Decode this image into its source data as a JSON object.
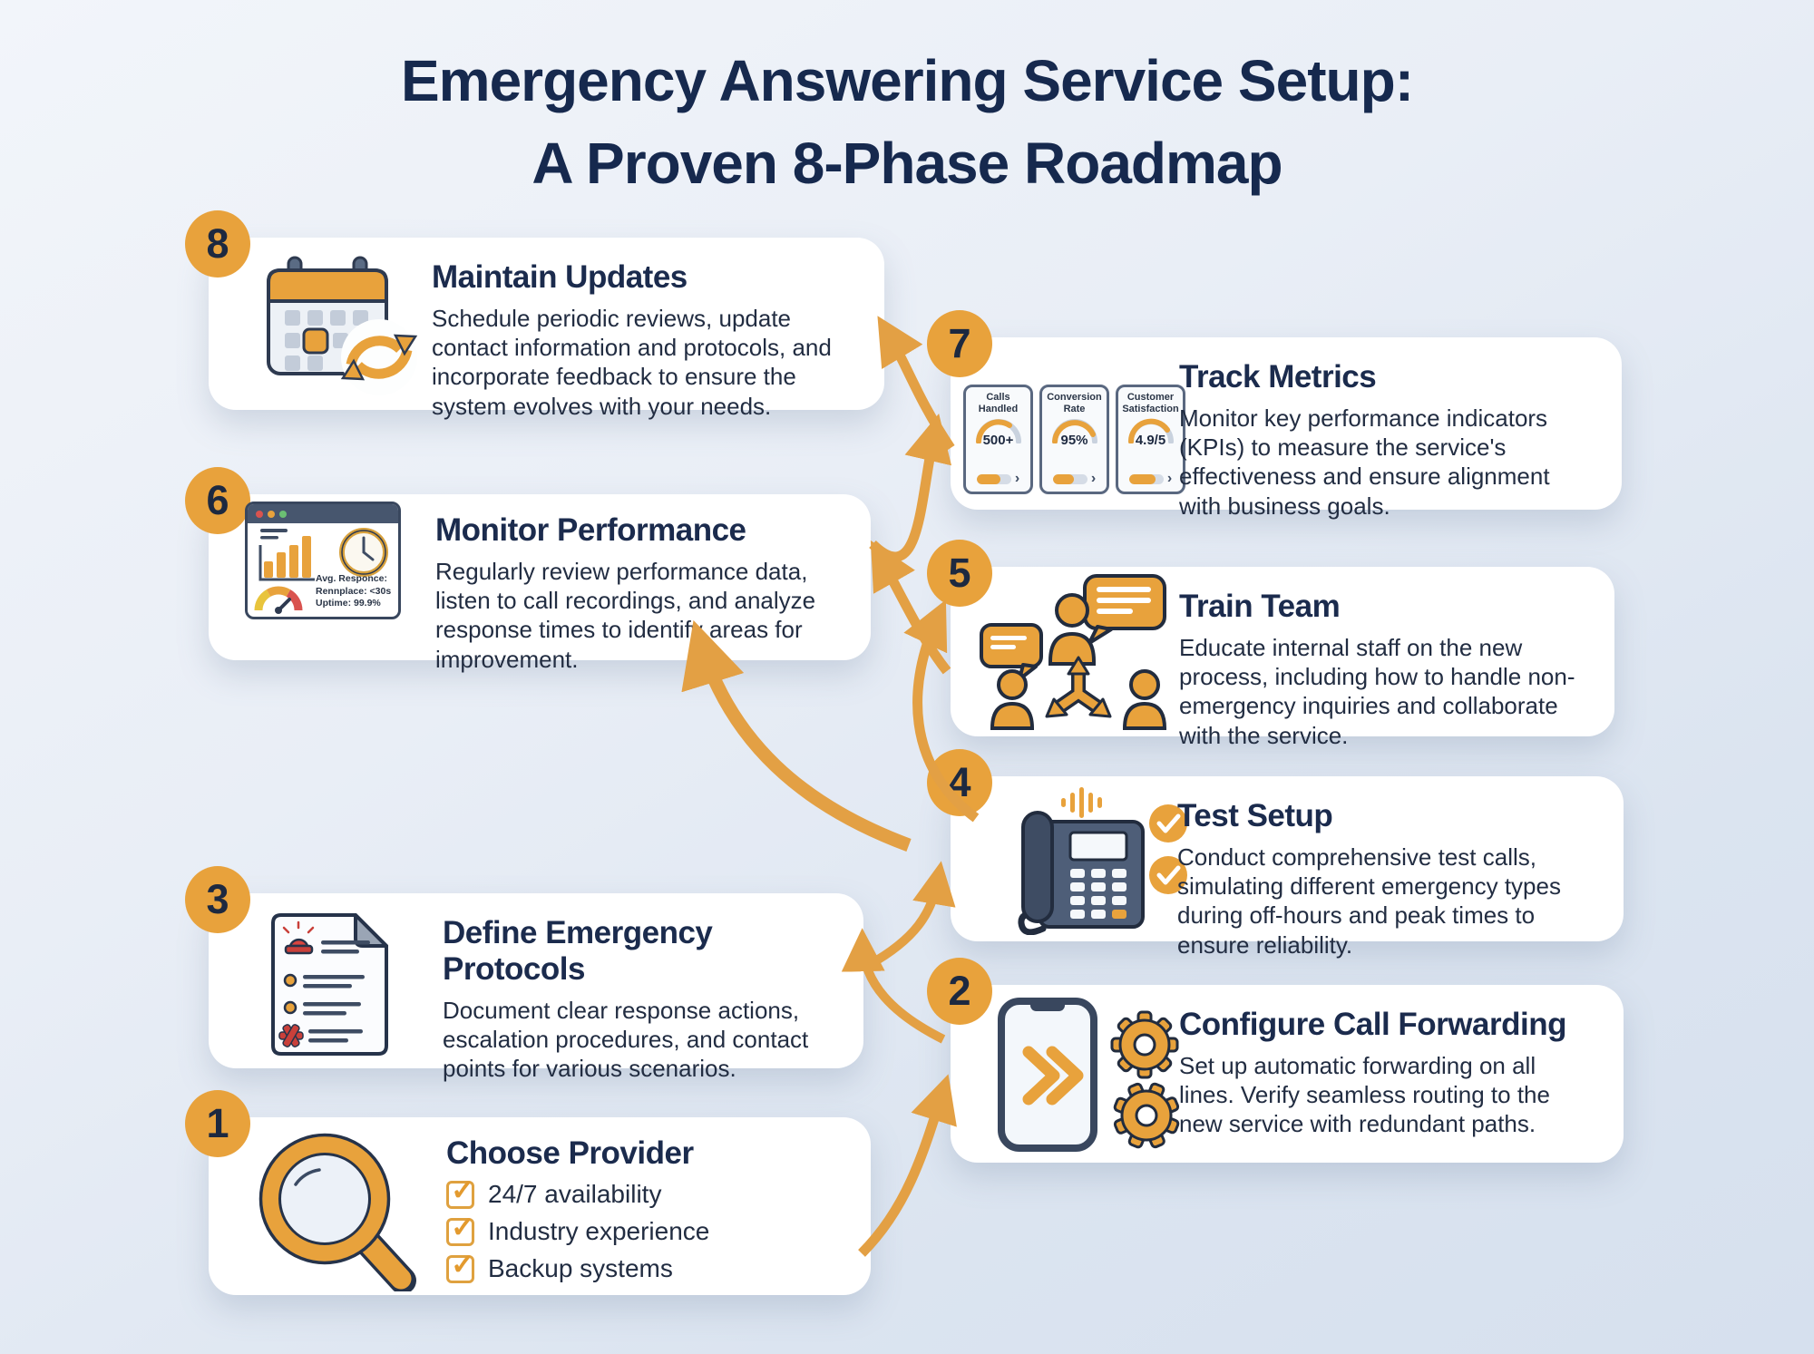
{
  "title": {
    "line1": "Emergency Answering Service Setup:",
    "line2": "A Proven 8-Phase Roadmap"
  },
  "colors": {
    "accent_orange": "#E8A23C",
    "arrow_orange": "#E3A044",
    "navy_title": "#16294E",
    "card_title": "#1B2B4D",
    "body_text": "#222D42",
    "slate": "#47566E",
    "card_bg": "#FFFFFF",
    "status_red": "#D9534F",
    "status_green": "#6BBF73"
  },
  "phases": [
    {
      "number": "8",
      "title": "Maintain Updates",
      "description": "Schedule periodic reviews, update contact information and protocols, and incorporate feedback to ensure the system evolves with your needs.",
      "icon": "calendar-sync-icon"
    },
    {
      "number": "7",
      "title": "Track Metrics",
      "description": "Monitor key performance indicators (KPIs) to measure the service's effectiveness and ensure alignment with business goals.",
      "icon": "kpi-metric-cards-icon",
      "metrics": [
        {
          "label": "Calls Handled",
          "value": "500+"
        },
        {
          "label": "Conversion Rate",
          "value": "95%"
        },
        {
          "label": "Customer Satisfaction",
          "value": "4.9/5"
        }
      ]
    },
    {
      "number": "6",
      "title": "Monitor Performance",
      "description": "Regularly review performance data, listen to call recordings, and analyze response times to identify areas for improvement.",
      "icon": "analytics-dashboard-icon",
      "stats": [
        "Avg. Responce:",
        "Rennplace: <30s",
        "Uptime: 99.9%"
      ]
    },
    {
      "number": "5",
      "title": "Train Team",
      "description": "Educate internal staff on the new process, including how to handle non-emergency inquiries and collaborate with the service.",
      "icon": "team-discussion-icon"
    },
    {
      "number": "4",
      "title": "Test Setup",
      "description": "Conduct comprehensive test calls, simulating different emergency types during off-hours and peak times to ensure reliability.",
      "icon": "desk-phone-check-icon"
    },
    {
      "number": "3",
      "title": "Define Emergency Protocols",
      "description": "Document clear response actions, escalation procedures, and contact points for various scenarios.",
      "icon": "protocol-document-icon"
    },
    {
      "number": "2",
      "title": "Configure Call Forwarding",
      "description": "Set up automatic forwarding on all lines. Verify seamless routing to the new service with redundant paths.",
      "icon": "call-forwarding-phone-gears-icon"
    },
    {
      "number": "1",
      "title": "Choose Provider",
      "checklist": [
        "24/7 availability",
        "Industry experience",
        "Backup systems"
      ],
      "icon": "magnifier-icon"
    }
  ]
}
